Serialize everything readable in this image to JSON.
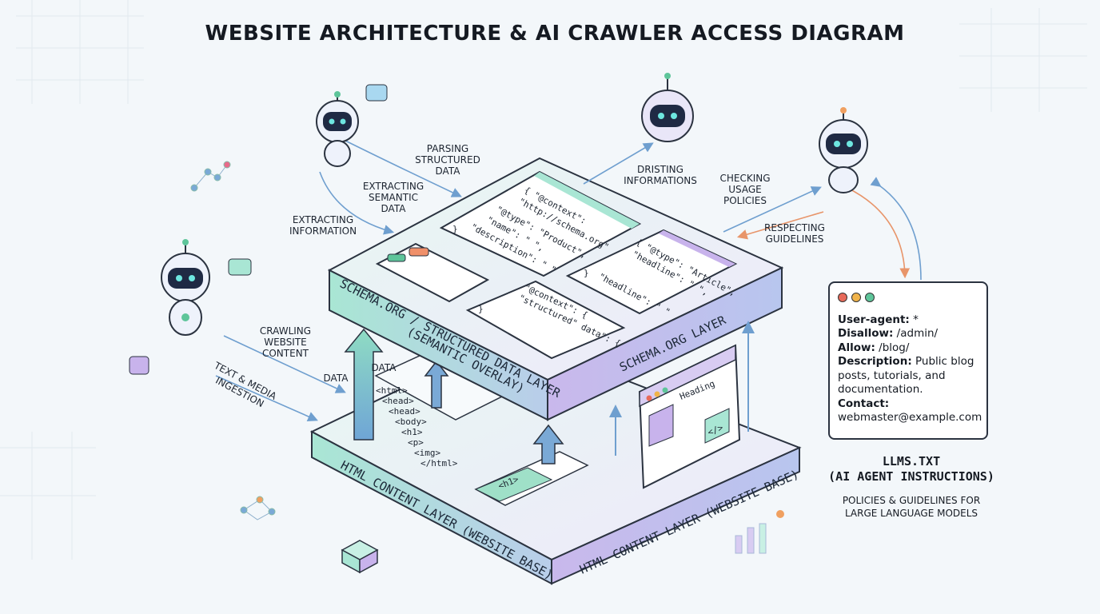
{
  "title": "WEBSITE ARCHITECTURE & AI CRAWLER ACCESS DIAGRAM",
  "labels": {
    "parsing": [
      "PARSING",
      "STRUCTURED",
      "DATA"
    ],
    "semantic": [
      "EXTRACTING",
      "SEMANTIC",
      "DATA"
    ],
    "extracting": [
      "EXTRACTING",
      "INFORMATION"
    ],
    "dristing": [
      "DRISTING",
      "INFORMATIONS"
    ],
    "checking": [
      "CHECKING",
      "USAGE",
      "POLICIES"
    ],
    "respecting": [
      "RESPECTING",
      "GUIDELINES"
    ],
    "crawling": [
      "CRAWLING",
      "WEBSITE",
      "CONTENT"
    ],
    "ingestion": [
      "TEXT & MEDIA",
      "INGESTION"
    ],
    "data1": "DATA",
    "data2": "DATA"
  },
  "layers": {
    "schema_left": "SCHEMA.ORG / STRUCTURED DATA LAYER",
    "schema_left2": "(SEMANTIC OVERLAY)",
    "schema_right": "SCHEMA.ORG LAYER",
    "html_left": "HTML CONTENT LAYER (WEBSITE BASE)",
    "html_right": "HTML CONTENT LAYER (WEBSITE BASE)"
  },
  "code": {
    "product": [
      "{ \"@context\":",
      "\"http://schema.org\"",
      "\"@type\": \"Product\",",
      "\"name\": \" \",",
      "\"description\": \" \"",
      "}"
    ],
    "article": [
      "{ \"@type\": \"Article\",",
      "\"headline\": \" \",",
      "\"headline\": \" \"",
      "}"
    ],
    "structured": [
      "\"@context\": {",
      "\"structured\" data\": {",
      "}"
    ],
    "html": [
      "<html>",
      "<head>",
      "<head>",
      "<body>",
      "<h1>",
      "<p>",
      "<img>",
      "</html>"
    ],
    "h1": "<h1>",
    "heading": "Heading",
    "code_icon": "</>"
  },
  "llms_card": {
    "lines": [
      {
        "key": "User-agent:",
        "value": " *"
      },
      {
        "key": "Disallow:",
        "value": " /admin/"
      },
      {
        "key": "Allow:",
        "value": " /blog/"
      },
      {
        "key": "Description:",
        "value": " Public blog posts, tutorials, and documentation."
      },
      {
        "key": "Contact:",
        "value": ""
      }
    ],
    "contact_email": "webmaster@example.com",
    "dot_colors": [
      "#e86a5a",
      "#f0b34a",
      "#5ec59a"
    ]
  },
  "llms_title": [
    "LLMS.TXT",
    "(AI AGENT INSTRUCTIONS)"
  ],
  "llms_subtitle": [
    "POLICIES & GUIDELINES FOR",
    "LARGE LANGUAGE MODELS"
  ],
  "colors": {
    "teal": "#7fd6c0",
    "purple": "#c5b3ea",
    "blue": "#7aa9d6",
    "orange": "#f0a060",
    "ink": "#2b3340"
  }
}
